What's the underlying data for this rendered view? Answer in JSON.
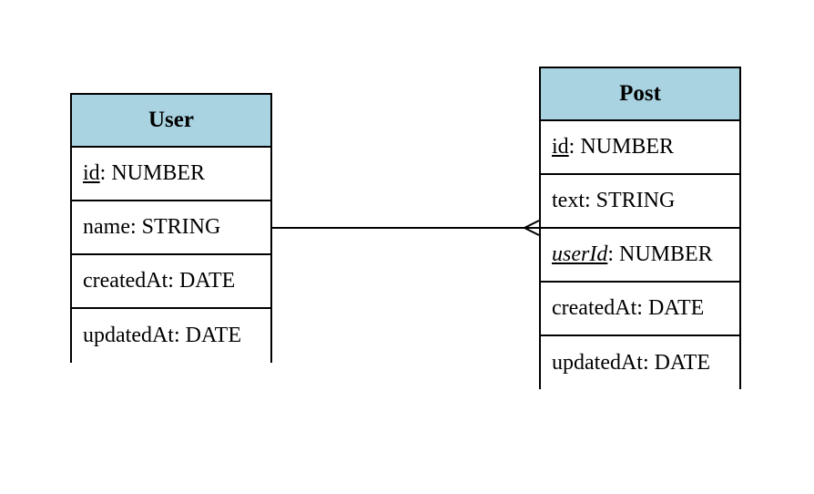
{
  "colors": {
    "header_background": "#a9d3e1",
    "border": "#000000",
    "background": "#ffffff"
  },
  "entities": {
    "user": {
      "title": "User",
      "fields": [
        {
          "name": "id",
          "type": ": NUMBER",
          "key": "primary"
        },
        {
          "name": "name",
          "type": ": STRING",
          "key": "none"
        },
        {
          "name": "createdAt",
          "type": ": DATE",
          "key": "none"
        },
        {
          "name": "updatedAt",
          "type": ": DATE",
          "key": "none"
        }
      ]
    },
    "post": {
      "title": "Post",
      "fields": [
        {
          "name": "id",
          "type": ": NUMBER",
          "key": "primary"
        },
        {
          "name": "text",
          "type": ": STRING",
          "key": "none"
        },
        {
          "name": "userId",
          "type": ": NUMBER",
          "key": "foreign"
        },
        {
          "name": "createdAt",
          "type": ": DATE",
          "key": "none"
        },
        {
          "name": "updatedAt",
          "type": ": DATE",
          "key": "none"
        }
      ]
    }
  },
  "relations": [
    {
      "from": "user.name",
      "to": "post.userId",
      "end_marker": "crow-foot"
    }
  ]
}
